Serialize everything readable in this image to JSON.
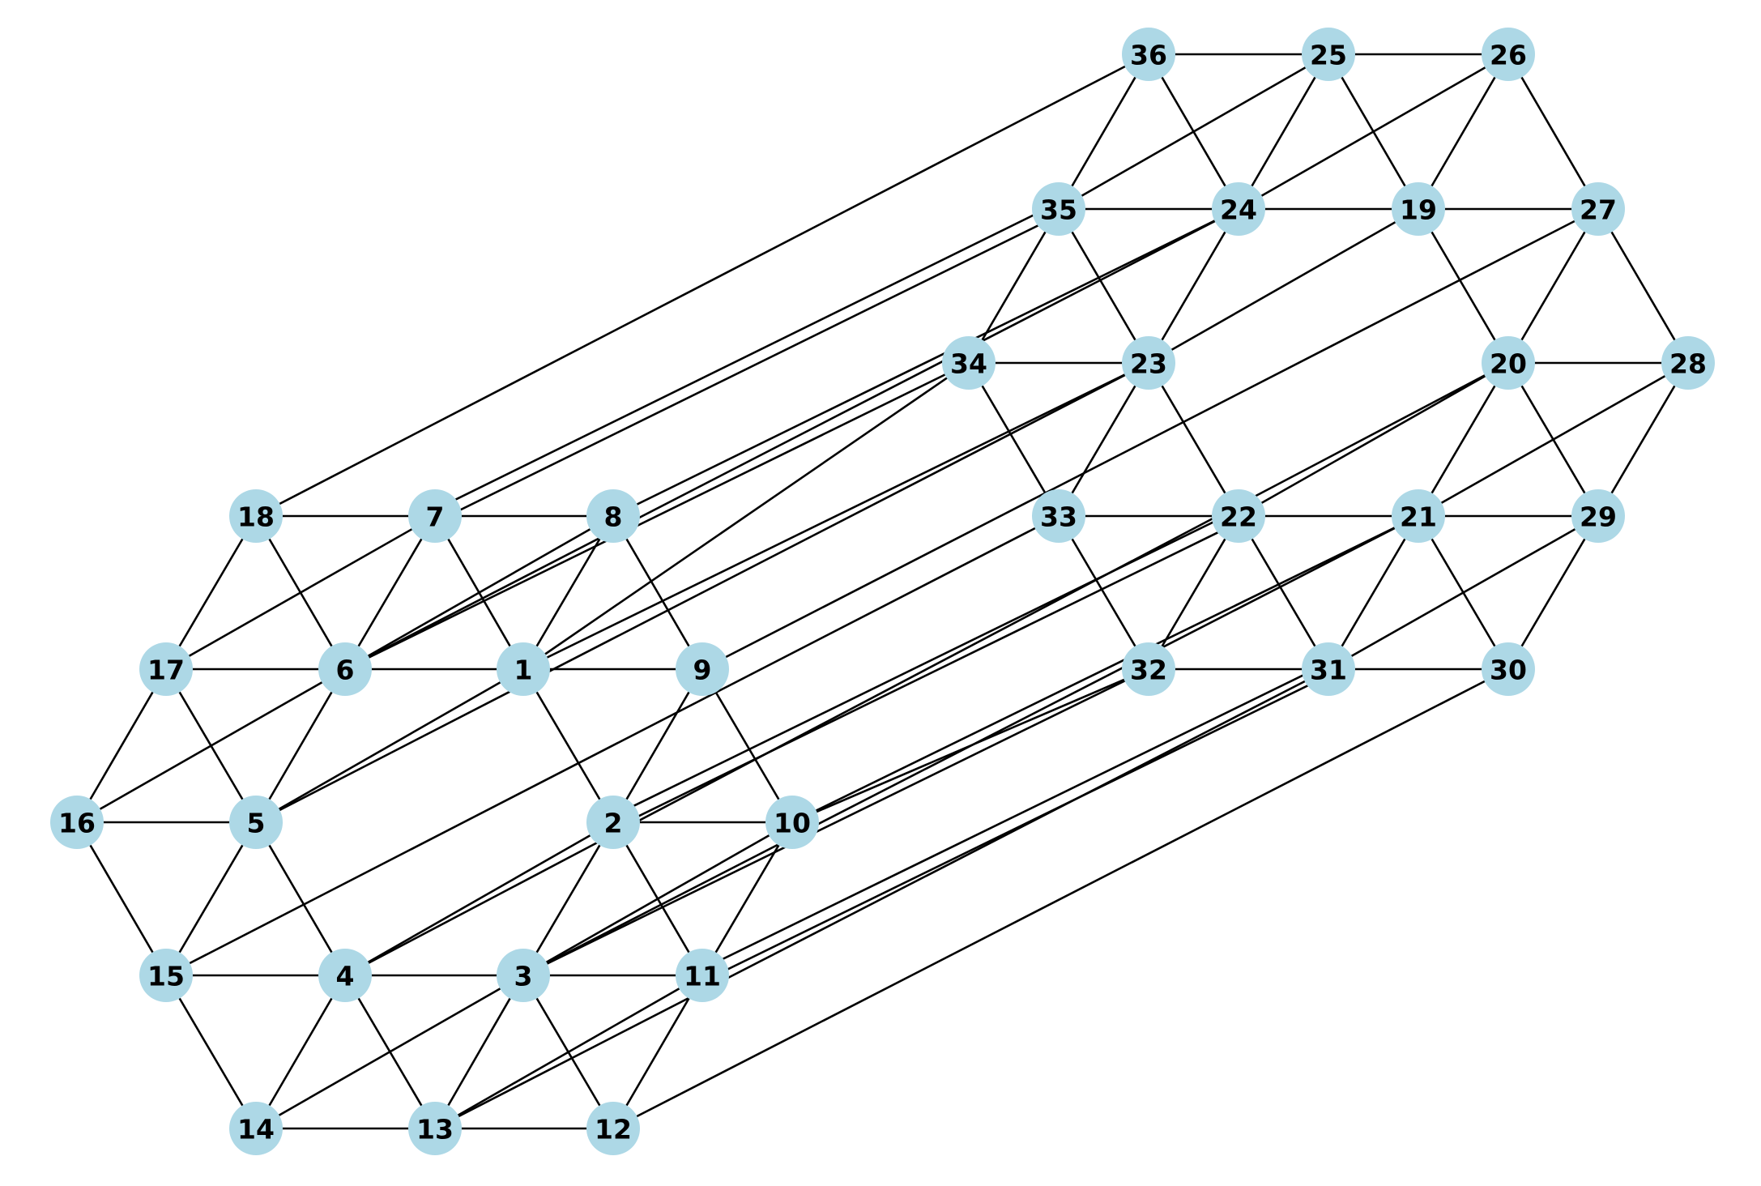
{
  "graph": {
    "node_color": "#add8e6",
    "edge_color": "#000000",
    "label_color": "#000000",
    "nodes": [
      {
        "id": "1",
        "label": "1"
      },
      {
        "id": "2",
        "label": "2"
      },
      {
        "id": "3",
        "label": "3"
      },
      {
        "id": "4",
        "label": "4"
      },
      {
        "id": "5",
        "label": "5"
      },
      {
        "id": "6",
        "label": "6"
      },
      {
        "id": "7",
        "label": "7"
      },
      {
        "id": "8",
        "label": "8"
      },
      {
        "id": "9",
        "label": "9"
      },
      {
        "id": "10",
        "label": "10"
      },
      {
        "id": "11",
        "label": "11"
      },
      {
        "id": "12",
        "label": "12"
      },
      {
        "id": "13",
        "label": "13"
      },
      {
        "id": "14",
        "label": "14"
      },
      {
        "id": "15",
        "label": "15"
      },
      {
        "id": "16",
        "label": "16"
      },
      {
        "id": "17",
        "label": "17"
      },
      {
        "id": "18",
        "label": "18"
      },
      {
        "id": "19",
        "label": "19"
      },
      {
        "id": "20",
        "label": "20"
      },
      {
        "id": "21",
        "label": "21"
      },
      {
        "id": "22",
        "label": "22"
      },
      {
        "id": "23",
        "label": "23"
      },
      {
        "id": "24",
        "label": "24"
      },
      {
        "id": "25",
        "label": "25"
      },
      {
        "id": "26",
        "label": "26"
      },
      {
        "id": "27",
        "label": "27"
      },
      {
        "id": "28",
        "label": "28"
      },
      {
        "id": "29",
        "label": "29"
      },
      {
        "id": "30",
        "label": "30"
      },
      {
        "id": "31",
        "label": "31"
      },
      {
        "id": "32",
        "label": "32"
      },
      {
        "id": "33",
        "label": "33"
      },
      {
        "id": "34",
        "label": "34"
      },
      {
        "id": "35",
        "label": "35"
      },
      {
        "id": "36",
        "label": "36"
      }
    ],
    "edges": [
      [
        "36",
        "25"
      ],
      [
        "25",
        "26"
      ],
      [
        "36",
        "35"
      ],
      [
        "36",
        "24"
      ],
      [
        "25",
        "35"
      ],
      [
        "25",
        "24"
      ],
      [
        "25",
        "19"
      ],
      [
        "26",
        "24"
      ],
      [
        "26",
        "19"
      ],
      [
        "26",
        "27"
      ],
      [
        "35",
        "24"
      ],
      [
        "24",
        "19"
      ],
      [
        "19",
        "27"
      ],
      [
        "35",
        "34"
      ],
      [
        "35",
        "23"
      ],
      [
        "24",
        "23"
      ],
      [
        "19",
        "23"
      ],
      [
        "19",
        "20"
      ],
      [
        "27",
        "20"
      ],
      [
        "27",
        "28"
      ],
      [
        "34",
        "23"
      ],
      [
        "20",
        "28"
      ],
      [
        "34",
        "33"
      ],
      [
        "23",
        "33"
      ],
      [
        "23",
        "22"
      ],
      [
        "20",
        "22"
      ],
      [
        "20",
        "21"
      ],
      [
        "20",
        "29"
      ],
      [
        "28",
        "21"
      ],
      [
        "28",
        "29"
      ],
      [
        "33",
        "22"
      ],
      [
        "22",
        "21"
      ],
      [
        "21",
        "29"
      ],
      [
        "33",
        "32"
      ],
      [
        "22",
        "32"
      ],
      [
        "22",
        "31"
      ],
      [
        "21",
        "31"
      ],
      [
        "21",
        "30"
      ],
      [
        "29",
        "31"
      ],
      [
        "29",
        "30"
      ],
      [
        "32",
        "31"
      ],
      [
        "31",
        "30"
      ],
      [
        "18",
        "7"
      ],
      [
        "7",
        "8"
      ],
      [
        "18",
        "17"
      ],
      [
        "18",
        "6"
      ],
      [
        "7",
        "17"
      ],
      [
        "7",
        "6"
      ],
      [
        "7",
        "1"
      ],
      [
        "8",
        "6"
      ],
      [
        "8",
        "1"
      ],
      [
        "8",
        "9"
      ],
      [
        "17",
        "6"
      ],
      [
        "6",
        "1"
      ],
      [
        "1",
        "9"
      ],
      [
        "17",
        "16"
      ],
      [
        "17",
        "5"
      ],
      [
        "6",
        "16"
      ],
      [
        "6",
        "5"
      ],
      [
        "1",
        "5"
      ],
      [
        "1",
        "2"
      ],
      [
        "9",
        "2"
      ],
      [
        "9",
        "10"
      ],
      [
        "16",
        "5"
      ],
      [
        "2",
        "10"
      ],
      [
        "16",
        "15"
      ],
      [
        "5",
        "15"
      ],
      [
        "5",
        "4"
      ],
      [
        "2",
        "4"
      ],
      [
        "2",
        "3"
      ],
      [
        "2",
        "11"
      ],
      [
        "10",
        "3"
      ],
      [
        "10",
        "11"
      ],
      [
        "15",
        "4"
      ],
      [
        "4",
        "3"
      ],
      [
        "3",
        "11"
      ],
      [
        "15",
        "14"
      ],
      [
        "4",
        "14"
      ],
      [
        "4",
        "13"
      ],
      [
        "3",
        "14"
      ],
      [
        "3",
        "13"
      ],
      [
        "3",
        "12"
      ],
      [
        "11",
        "13"
      ],
      [
        "11",
        "12"
      ],
      [
        "14",
        "13"
      ],
      [
        "13",
        "12"
      ],
      [
        "18",
        "36"
      ],
      [
        "7",
        "35"
      ],
      [
        "7",
        "35b"
      ],
      [
        "8",
        "24"
      ],
      [
        "6",
        "24"
      ],
      [
        "6",
        "34"
      ],
      [
        "1",
        "34"
      ],
      [
        "1",
        "23"
      ],
      [
        "5",
        "23"
      ],
      [
        "9",
        "27"
      ],
      [
        "15",
        "33"
      ],
      [
        "2",
        "22"
      ],
      [
        "2",
        "22b"
      ],
      [
        "4",
        "20"
      ],
      [
        "3",
        "32"
      ],
      [
        "3",
        "21"
      ],
      [
        "10",
        "21"
      ],
      [
        "10",
        "32"
      ],
      [
        "11",
        "31"
      ],
      [
        "11",
        "31b"
      ],
      [
        "13",
        "31"
      ],
      [
        "12",
        "30"
      ]
    ]
  }
}
